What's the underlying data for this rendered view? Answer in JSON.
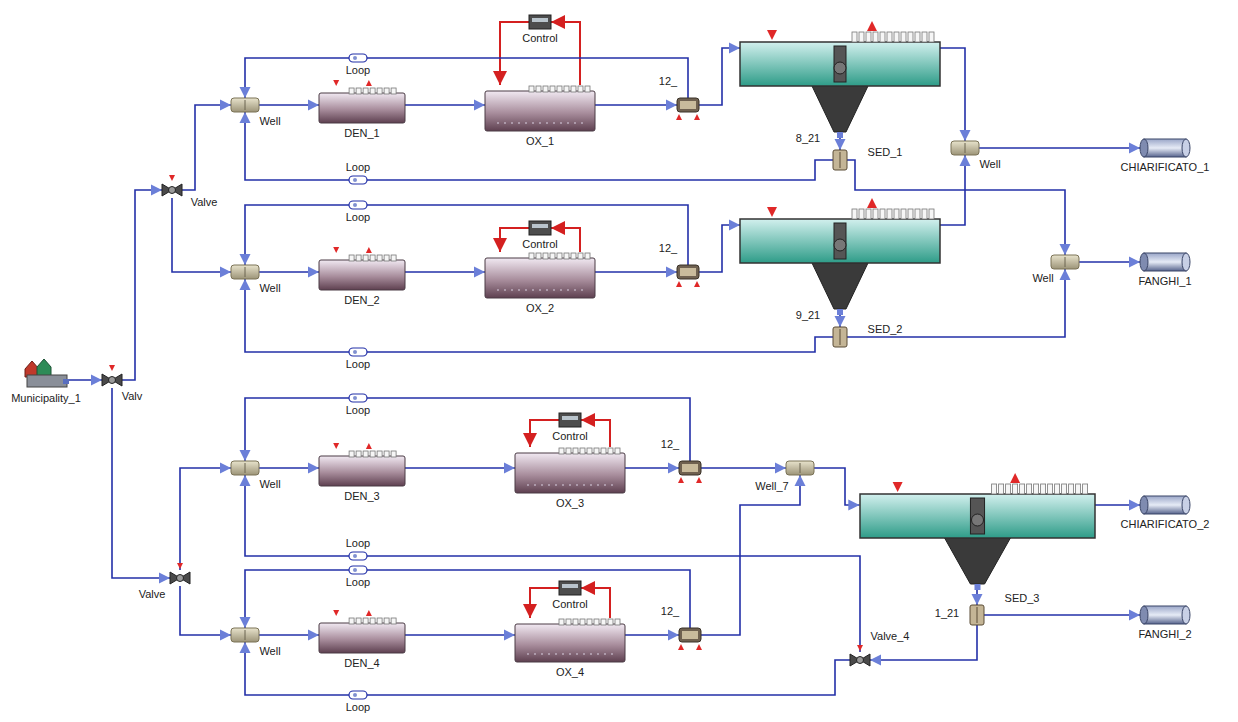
{
  "diagram": {
    "nodes": [
      {
        "text": [
          "Municipality_1"
        ]
      },
      {
        "text": [
          "Valv"
        ]
      },
      {
        "text": [
          "Valve"
        ]
      },
      {
        "text": [
          "Well"
        ]
      },
      {
        "text": [
          "DEN_1"
        ]
      },
      {
        "text": [
          "Control"
        ]
      },
      {
        "text": [
          "OX_1"
        ]
      },
      {
        "text": [
          "12_"
        ]
      },
      {
        "text": [
          "SED_1"
        ]
      },
      {
        "text": [
          "8_21"
        ]
      },
      {
        "text": [
          "Well"
        ]
      },
      {
        "text": [
          "CHIARIFICATO_1"
        ]
      },
      {
        "text": [
          "Well"
        ]
      },
      {
        "text": [
          "DEN_2"
        ]
      },
      {
        "text": [
          "Control"
        ]
      },
      {
        "text": [
          "OX_2"
        ]
      },
      {
        "text": [
          "12_"
        ]
      },
      {
        "text": [
          "SED_2"
        ]
      },
      {
        "text": [
          "9_21"
        ]
      },
      {
        "text": [
          "Well"
        ]
      },
      {
        "text": [
          "FANGHI_1"
        ]
      },
      {
        "text": [
          "Valve"
        ]
      },
      {
        "text": [
          "Well"
        ]
      },
      {
        "text": [
          "DEN_3"
        ]
      },
      {
        "text": [
          "Control"
        ]
      },
      {
        "text": [
          "OX_3"
        ]
      },
      {
        "text": [
          "12_"
        ]
      },
      {
        "text": [
          "Well_7"
        ]
      },
      {
        "text": [
          "SED_3"
        ]
      },
      {
        "text": [
          "CHIARIFICATO_2"
        ]
      },
      {
        "text": [
          "1_21"
        ]
      },
      {
        "text": [
          "FANGHI_2"
        ]
      },
      {
        "text": [
          "Well"
        ]
      },
      {
        "text": [
          "DEN_4"
        ]
      },
      {
        "text": [
          "Control"
        ]
      },
      {
        "text": [
          "OX_4"
        ]
      },
      {
        "text": [
          "12_"
        ]
      },
      {
        "text": [
          "Valve_4"
        ]
      }
    ],
    "edges": [
      {
        "from": 0,
        "to": 1,
        "arrow": "to"
      },
      {
        "from": 1,
        "to": 2,
        "arrow": "to"
      },
      {
        "from": 1,
        "to": 21,
        "arrow": "to"
      },
      {
        "from": 2,
        "to": 3,
        "arrow": "to"
      },
      {
        "from": 2,
        "to": 12,
        "arrow": "to"
      },
      {
        "from": 3,
        "to": 4,
        "arrow": "to"
      },
      {
        "from": 4,
        "to": 6,
        "arrow": "to"
      },
      {
        "from": 6,
        "to": 5,
        "arrow": "to"
      },
      {
        "from": 5,
        "to": 6,
        "arrow": "to"
      },
      {
        "from": 6,
        "to": 7,
        "arrow": "to"
      },
      {
        "from": 7,
        "to": 8,
        "arrow": "to"
      },
      {
        "from": 7,
        "to": 3,
        "label": "Loop",
        "arrow": "to"
      },
      {
        "from": 8,
        "to": 10,
        "arrow": "to"
      },
      {
        "from": 8,
        "to": 9,
        "arrow": "to"
      },
      {
        "from": 9,
        "to": 3,
        "label": "Loop",
        "arrow": "to"
      },
      {
        "from": 9,
        "to": 19,
        "arrow": "to"
      },
      {
        "from": 10,
        "to": 11,
        "arrow": "to"
      },
      {
        "from": 12,
        "to": 13,
        "arrow": "to"
      },
      {
        "from": 13,
        "to": 15,
        "arrow": "to"
      },
      {
        "from": 15,
        "to": 14,
        "arrow": "to"
      },
      {
        "from": 14,
        "to": 15,
        "arrow": "to"
      },
      {
        "from": 15,
        "to": 16,
        "arrow": "to"
      },
      {
        "from": 16,
        "to": 17,
        "arrow": "to"
      },
      {
        "from": 16,
        "to": 12,
        "label": "Loop",
        "arrow": "to"
      },
      {
        "from": 17,
        "to": 10,
        "arrow": "to"
      },
      {
        "from": 17,
        "to": 18,
        "arrow": "to"
      },
      {
        "from": 18,
        "to": 12,
        "label": "Loop",
        "arrow": "to"
      },
      {
        "from": 18,
        "to": 19,
        "arrow": "to"
      },
      {
        "from": 19,
        "to": 20,
        "arrow": "to"
      },
      {
        "from": 21,
        "to": 22,
        "arrow": "to"
      },
      {
        "from": 21,
        "to": 32,
        "arrow": "to"
      },
      {
        "from": 22,
        "to": 23,
        "arrow": "to"
      },
      {
        "from": 23,
        "to": 25,
        "arrow": "to"
      },
      {
        "from": 25,
        "to": 24,
        "arrow": "to"
      },
      {
        "from": 24,
        "to": 25,
        "arrow": "to"
      },
      {
        "from": 25,
        "to": 26,
        "arrow": "to"
      },
      {
        "from": 26,
        "to": 27,
        "arrow": "to"
      },
      {
        "from": 26,
        "to": 22,
        "label": "Loop",
        "arrow": "to"
      },
      {
        "from": 27,
        "to": 28,
        "arrow": "to"
      },
      {
        "from": 28,
        "to": 29,
        "arrow": "to"
      },
      {
        "from": 28,
        "to": 30,
        "arrow": "to"
      },
      {
        "from": 30,
        "to": 31,
        "arrow": "to"
      },
      {
        "from": 30,
        "to": 37,
        "arrow": "to"
      },
      {
        "from": 37,
        "to": 22,
        "label": "Loop",
        "arrow": "to"
      },
      {
        "from": 37,
        "to": 32,
        "label": "Loop",
        "arrow": "to"
      },
      {
        "from": 32,
        "to": 33,
        "arrow": "to"
      },
      {
        "from": 33,
        "to": 35,
        "arrow": "to"
      },
      {
        "from": 35,
        "to": 34,
        "arrow": "to"
      },
      {
        "from": 34,
        "to": 35,
        "arrow": "to"
      },
      {
        "from": 35,
        "to": 36,
        "arrow": "to"
      },
      {
        "from": 36,
        "to": 27,
        "arrow": "to"
      },
      {
        "from": 36,
        "to": 32,
        "label": "Loop",
        "arrow": "to"
      }
    ]
  }
}
